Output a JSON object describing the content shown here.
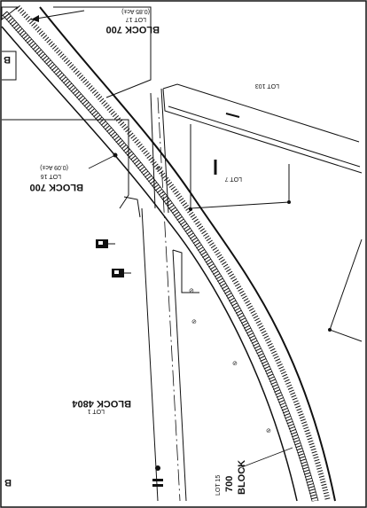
{
  "map": {
    "colors": {
      "ink": "#111111",
      "paper": "#ffffff"
    },
    "labels": {
      "block700_lot17": {
        "block": "BLOCK  700",
        "lot": "LOT 17",
        "acreage": "(0.85 Ac±)"
      },
      "block700_lot16": {
        "block": "BLOCK  700",
        "lot": "LOT 16",
        "acreage": "(0.09 Ac±)"
      },
      "lot103": "LOT 103",
      "lot7": "LOT 7",
      "block4804_lot1": {
        "block": "BLOCK  4804",
        "lot": "LOT 1"
      },
      "block700_lot15": {
        "block": "BLOCK",
        "number": "700",
        "lot": "LOT 15"
      },
      "edge_b_top": "B",
      "edge_b_left": "B"
    },
    "icons": [
      "north-arrow-icon",
      "railroad-track-icon",
      "signal-marker-icon",
      "survey-point-icon"
    ]
  }
}
